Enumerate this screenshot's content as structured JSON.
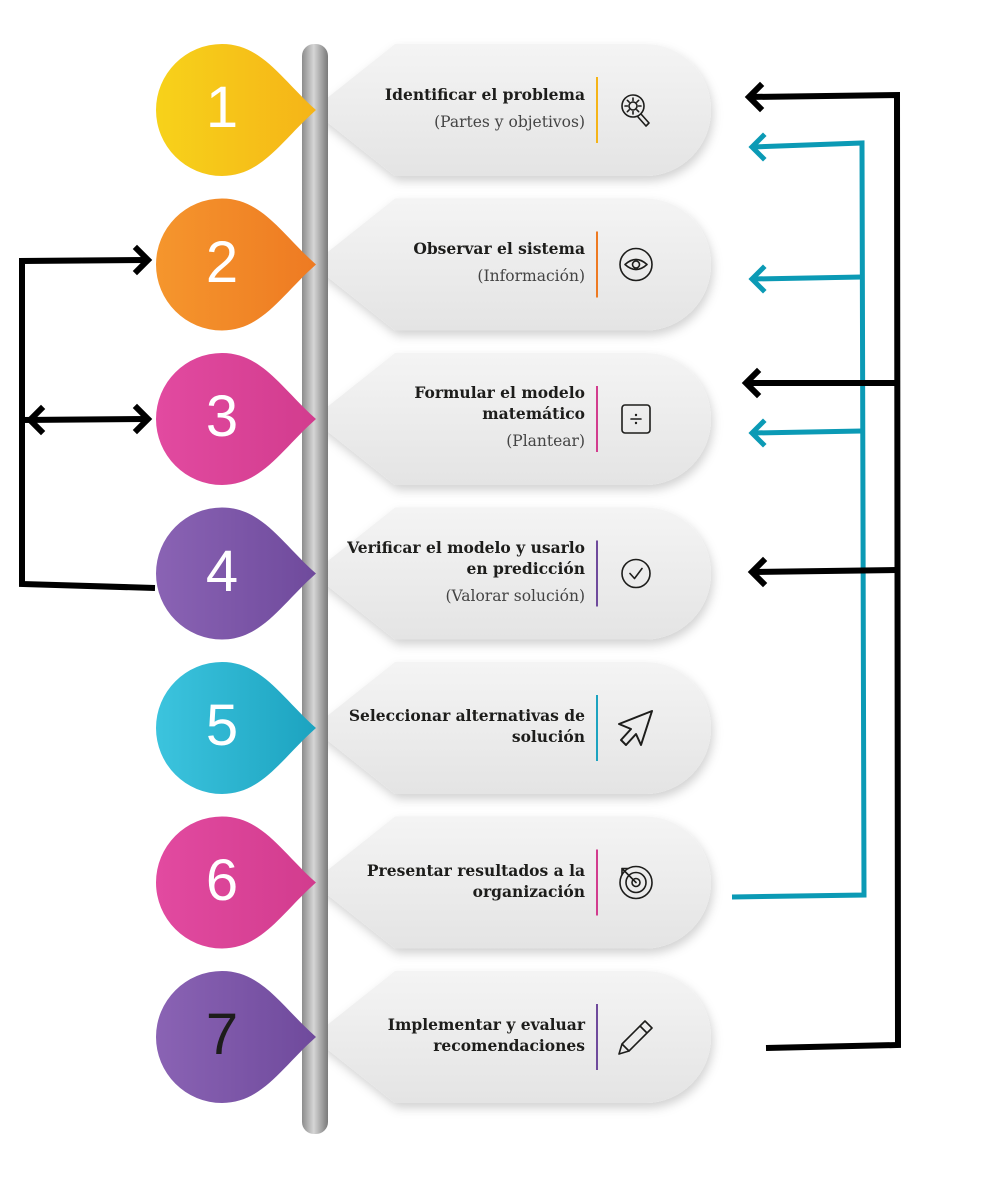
{
  "steps": [
    {
      "number": "1",
      "title": "Identificar el problema",
      "subtitle": "(Partes y objetivos)",
      "icon": "gear-search-icon",
      "color": "#f5b418",
      "color2": "#f7d21a"
    },
    {
      "number": "2",
      "title": "Observar el sistema",
      "subtitle": "(Información)",
      "icon": "eye-icon",
      "color": "#ee7a22",
      "color2": "#f5962d"
    },
    {
      "number": "3",
      "title": "Formular el modelo matemático",
      "subtitle": "(Plantear)",
      "icon": "divide-icon",
      "color": "#d23c8e",
      "color2": "#e24aa0"
    },
    {
      "number": "4",
      "title": "Verificar el modelo y usarlo en predicción",
      "subtitle": "(Valorar solución)",
      "icon": "check-circle-icon",
      "color": "#6f4a9c",
      "color2": "#8a63b4"
    },
    {
      "number": "5",
      "title": "Seleccionar alternativas de solución",
      "subtitle": "",
      "icon": "cursor-icon",
      "color": "#1ca3c0",
      "color2": "#3cc4de"
    },
    {
      "number": "6",
      "title": "Presentar resultados a la organización",
      "subtitle": "",
      "icon": "target-icon",
      "color": "#d23c8e",
      "color2": "#e24aa0"
    },
    {
      "number": "7",
      "title": "Implementar y evaluar recomendaciones",
      "subtitle": "",
      "icon": "pencil-icon",
      "color": "#6f4a9c",
      "color2": "#8a63b4"
    }
  ],
  "connectors": {
    "black_color": "#000000",
    "teal_color": "#0b9ab5"
  }
}
